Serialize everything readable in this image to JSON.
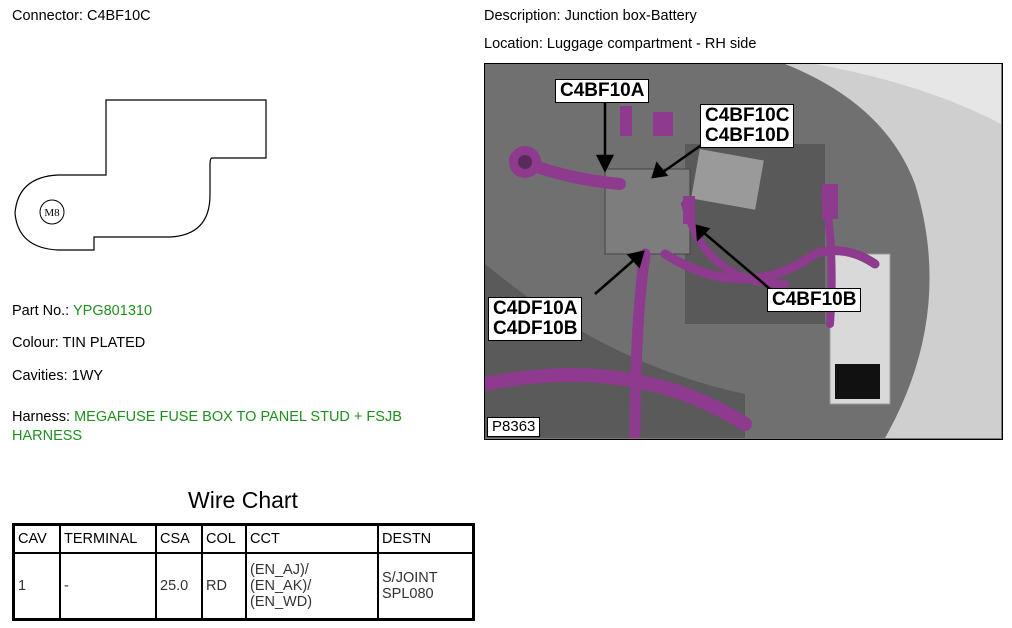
{
  "connector": {
    "label": "Connector:",
    "value": "C4BF10C"
  },
  "description": {
    "label": "Description:",
    "value": "Junction box-Battery"
  },
  "location": {
    "label": "Location:",
    "value": "Luggage compartment - RH side"
  },
  "drawing": {
    "stud_label": "M8"
  },
  "part": {
    "label": "Part No.:",
    "value": "YPG801310"
  },
  "colour": {
    "label": "Colour:",
    "value": "TIN PLATED"
  },
  "cavities": {
    "label": "Cavities:",
    "value": "1WY"
  },
  "harness": {
    "label": "Harness:",
    "line1": "MEGAFUSE FUSE BOX TO PANEL STUD + FSJB",
    "line2": "HARNESS"
  },
  "photo": {
    "id": "P8363",
    "callouts": {
      "c4bf10a": "C4BF10A",
      "c4bf10c_d_line1": "C4BF10C",
      "c4bf10c_d_line2": "C4BF10D",
      "c4df10a_b_line1": "C4DF10A",
      "c4df10a_b_line2": "C4DF10B",
      "c4bf10b": "C4BF10B"
    }
  },
  "wire_chart": {
    "title": "Wire Chart",
    "headers": {
      "cav": "CAV",
      "terminal": "TERMINAL",
      "csa": "CSA",
      "col": "COL",
      "cct": "CCT",
      "destn": "DESTN"
    },
    "rows": [
      {
        "cav": "1",
        "terminal": "-",
        "csa": "25.0",
        "col": "RD",
        "cct_1": "(EN_AJ)/",
        "cct_2": "(EN_AK)/",
        "cct_3": "(EN_WD)",
        "destn_1": "S/JOINT",
        "destn_2": "SPL080"
      }
    ]
  },
  "colors": {
    "green_text": "#1f8f1f",
    "harness_purple": "#8e3a8e"
  }
}
